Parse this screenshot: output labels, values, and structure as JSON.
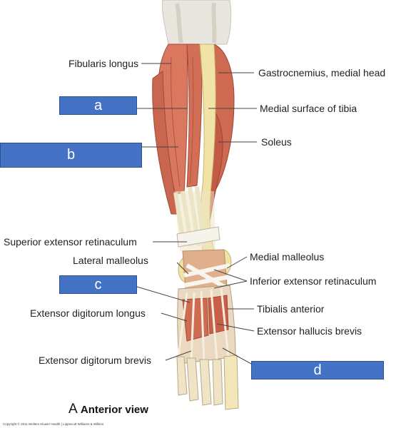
{
  "labels": {
    "fibularis_longus": "Fibularis longus",
    "gastrocnemius": "Gastrocnemius, medial head",
    "medial_surface_tibia": "Medial surface of tibia",
    "soleus": "Soleus",
    "superior_extensor_retinaculum": "Superior extensor retinaculum",
    "lateral_malleolus": "Lateral malleolus",
    "medial_malleolus": "Medial malleolus",
    "inferior_extensor_retinaculum": "Inferior extensor retinaculum",
    "extensor_digitorum_longus": "Extensor digitorum longus",
    "tibialis_anterior": "Tibialis anterior",
    "extensor_hallucis_brevis": "Extensor hallucis brevis",
    "extensor_digitorum_brevis": "Extensor digitorum brevis"
  },
  "answer_boxes": {
    "a": "a",
    "b": "b",
    "c": "c",
    "d": "d"
  },
  "view": {
    "letter": "A",
    "title": "Anterior view"
  },
  "copyright": "Copyright © 2011 Wolters Kluwer Health | Lippincott Williams & Wilkins",
  "colors": {
    "muscle": "#d9785f",
    "muscle_dark": "#b9513d",
    "tendon": "#ece5c3",
    "bone": "#f1e3a6",
    "box": "#4472c4"
  }
}
